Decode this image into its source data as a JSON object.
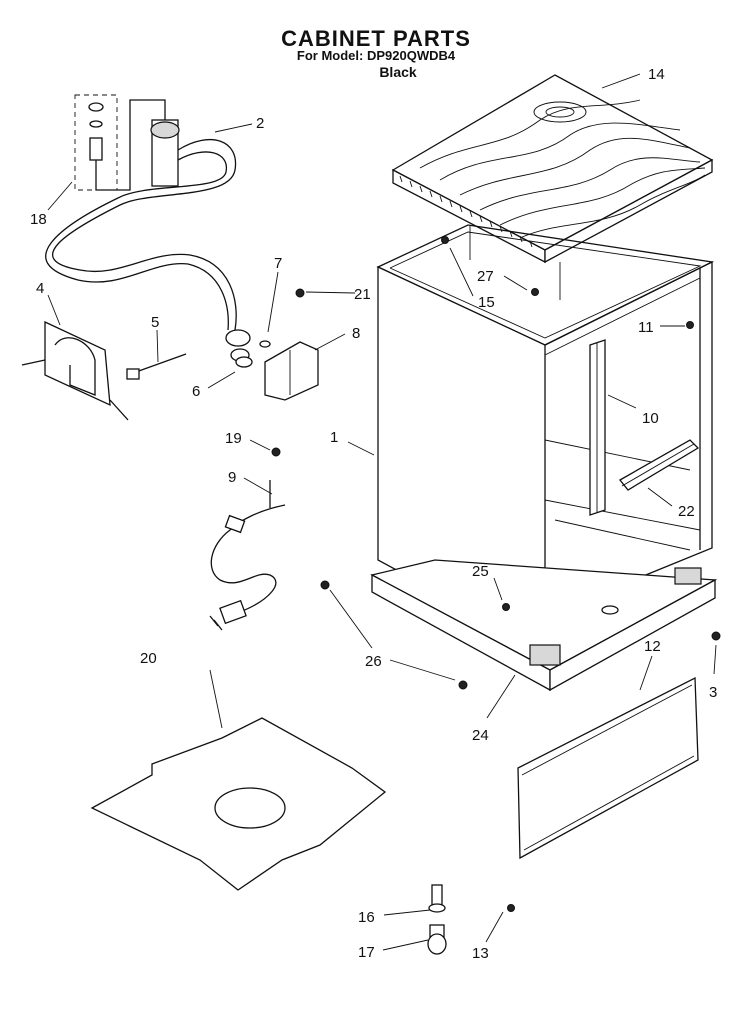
{
  "header": {
    "title": "CABINET PARTS",
    "model": "For Model: DP920QWDB4",
    "color": "Black"
  },
  "callouts": [
    "1",
    "2",
    "3",
    "4",
    "5",
    "6",
    "7",
    "8",
    "9",
    "10",
    "11",
    "12",
    "13",
    "14",
    "15",
    "16",
    "17",
    "18",
    "19",
    "20",
    "21",
    "22",
    "24",
    "25",
    "26",
    "27"
  ]
}
